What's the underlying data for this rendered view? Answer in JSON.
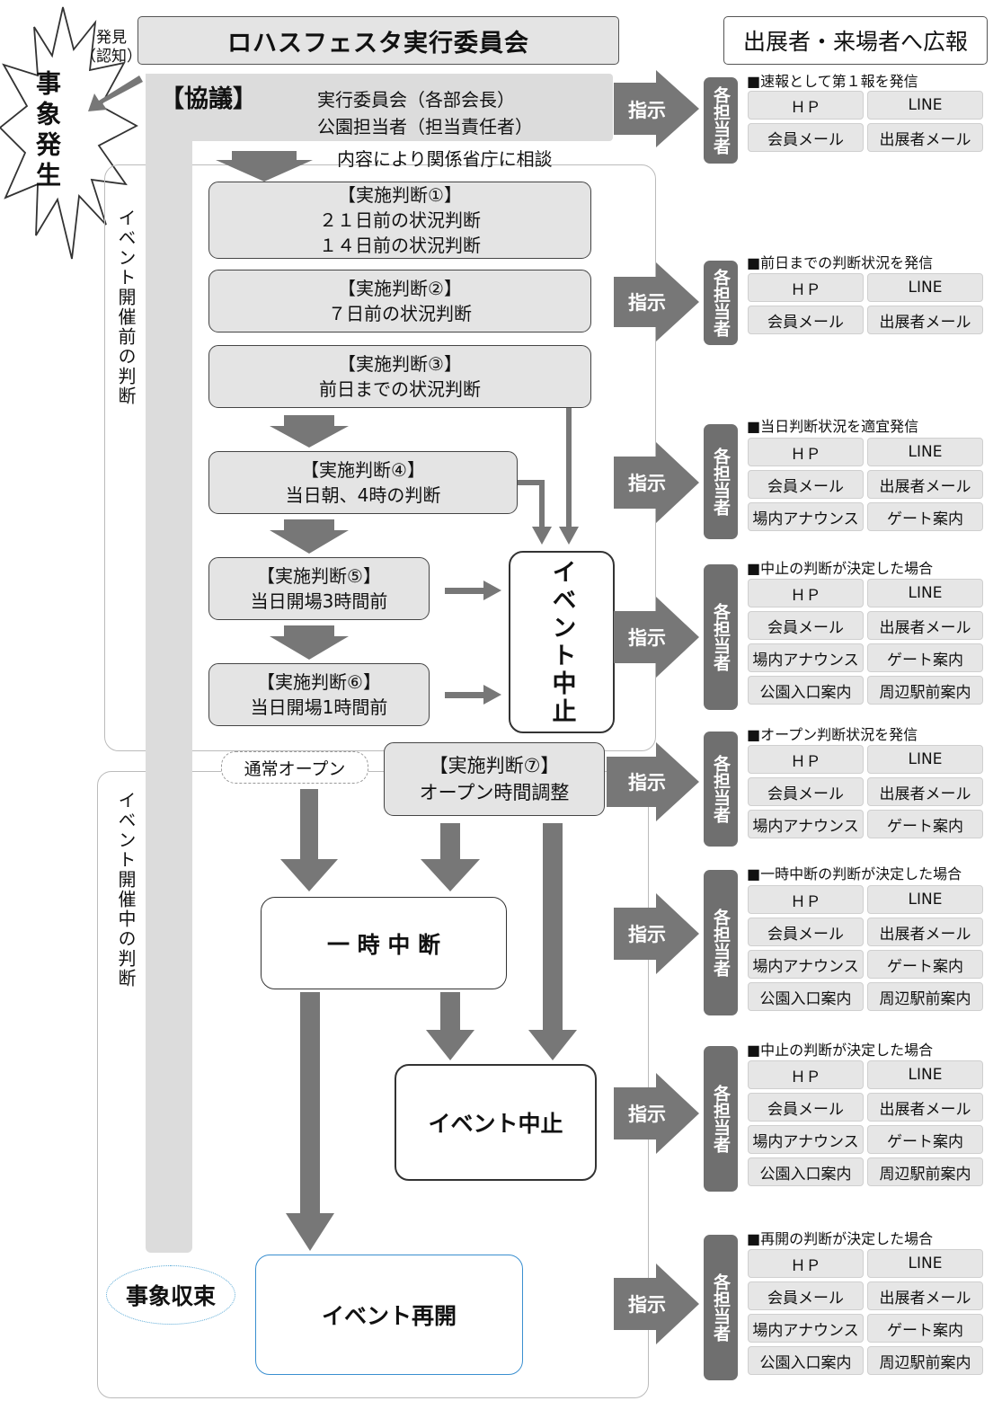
{
  "header": {
    "committee": "ロハスフェスタ実行委員会",
    "pr_title": "出展者・来場者へ広報"
  },
  "incident": {
    "label": "事象発生",
    "discovery_line1": "発見",
    "discovery_line2": "（認知）"
  },
  "consult": {
    "title": "【協議】",
    "line1": "実行委員会（各部会長）",
    "line2": "公園担当者（担当責任者）",
    "note": "内容により関係省庁に相談"
  },
  "panels": {
    "pre_event": "イベント開催前の判断",
    "during_event": "イベント開催中の判断"
  },
  "judgments": [
    {
      "title": "【実施判断①】",
      "lines": [
        "２１日前の状況判断",
        "１４日前の状況判断"
      ]
    },
    {
      "title": "【実施判断②】",
      "lines": [
        "７日前の状況判断"
      ]
    },
    {
      "title": "【実施判断③】",
      "lines": [
        "前日までの状況判断"
      ]
    },
    {
      "title": "【実施判断④】",
      "lines": [
        "当日朝、4時の判断"
      ]
    },
    {
      "title": "【実施判断⑤】",
      "lines": [
        "当日開場3時間前"
      ]
    },
    {
      "title": "【実施判断⑥】",
      "lines": [
        "当日開場1時間前"
      ]
    },
    {
      "title": "【実施判断⑦】",
      "lines": [
        "オープン時間調整"
      ]
    }
  ],
  "outcomes": {
    "cancel_vertical": "イベント中止",
    "normal_open": "通常オープン",
    "pause": "一 時 中 断",
    "cancel": "イベント中止",
    "resume": "イベント再開",
    "resolved": "事象収束"
  },
  "instruction_label": "指示",
  "responsible_label": "各担当者",
  "channels": {
    "hp": "ＨＰ",
    "line": "LINE",
    "member_mail": "会員メール",
    "exhibitor_mail": "出展者メール",
    "venue_announce": "場内アナウンス",
    "gate": "ゲート案内",
    "park_entrance": "公園入口案内",
    "station": "周辺駅前案内"
  },
  "sections": [
    {
      "title": "■速報として第１報を発信"
    },
    {
      "title": "■前日までの判断状況を発信"
    },
    {
      "title": "■当日判断状況を適宜発信"
    },
    {
      "title": "■中止の判断が決定した場合"
    },
    {
      "title": "■オープン判断状況を発信"
    },
    {
      "title": "■一時中断の判断が決定した場合"
    },
    {
      "title": "■中止の判断が決定した場合"
    },
    {
      "title": "■再開の判断が決定した場合"
    }
  ],
  "colors": {
    "arrow": "#777777",
    "tab": "#6f6f6f",
    "box_fill": "#e4e4e4",
    "cell_fill": "#e6e6e6",
    "resume_border": "#3a8fd0"
  }
}
